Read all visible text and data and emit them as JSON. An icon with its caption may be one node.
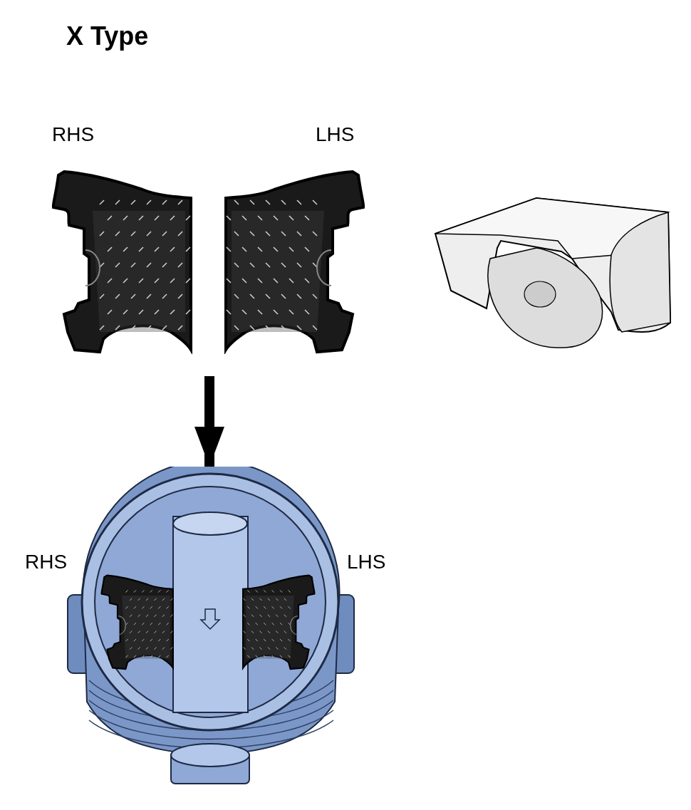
{
  "diagram": {
    "title": "X Type",
    "nodes": [
      {
        "text": [
          "RHS"
        ]
      },
      {
        "text": [
          "LHS"
        ]
      },
      {
        "text": [],
        "shape": "picture"
      },
      {
        "text": [],
        "shape": "picture",
        "beside": [
          "RHS",
          "LHS"
        ]
      }
    ],
    "edges": [
      {
        "from": 0,
        "to": 3,
        "arrow": "to"
      },
      {
        "from": 1,
        "to": 3,
        "arrow": "to"
      }
    ]
  }
}
